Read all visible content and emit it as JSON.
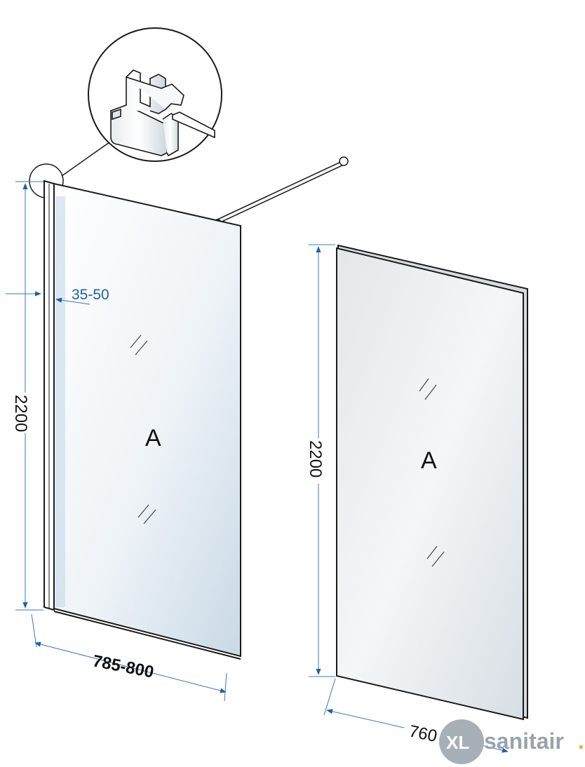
{
  "diagram": {
    "left_panel": {
      "label": "A",
      "height_label": "2200",
      "width_label": "785-800",
      "gap_label": "35-50"
    },
    "right_panel": {
      "label": "A",
      "height_label": "2200",
      "width_label": "760"
    },
    "logo": {
      "prefix": "XL",
      "word": "sanitair",
      "dot": "."
    },
    "colors": {
      "dimension_line": "#3a78b8",
      "arrow": "#1f5fa8",
      "glass_edge": "#1a1a1a",
      "logo_circle": "#a7afb7",
      "logo_dot": "#f0a83c"
    }
  }
}
